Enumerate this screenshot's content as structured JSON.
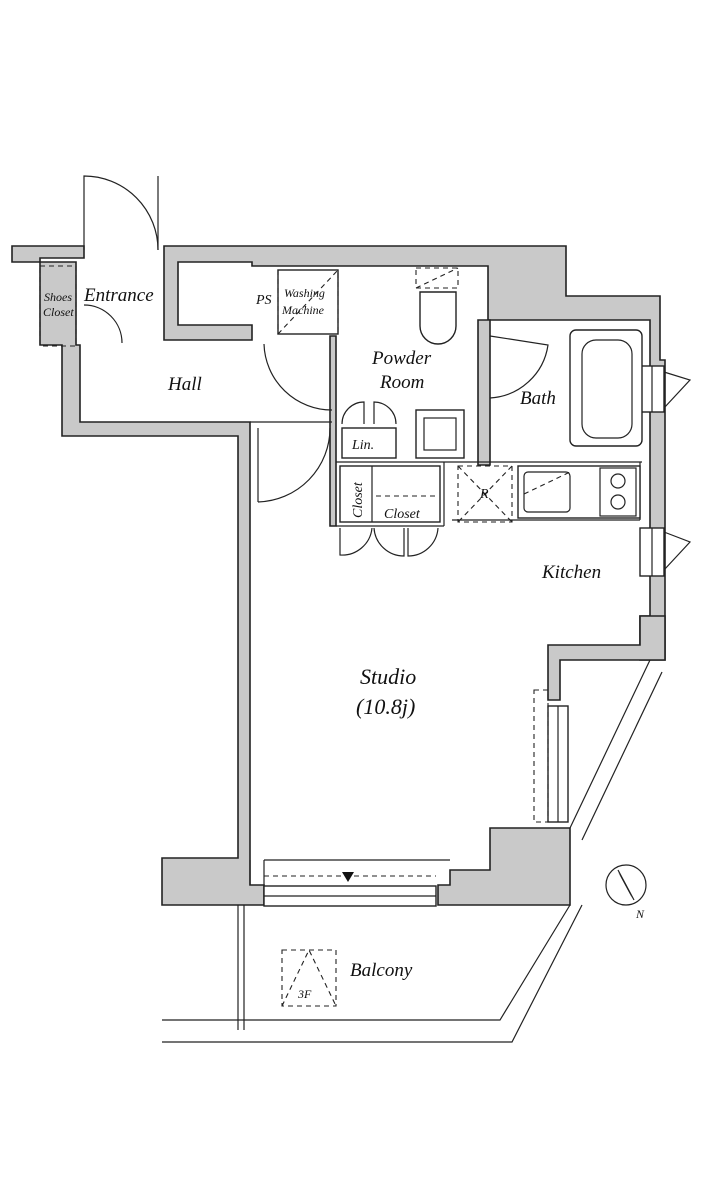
{
  "rooms": {
    "shoes_closet_line1": "Shoes",
    "shoes_closet_line2": "Closet",
    "entrance": "Entrance",
    "hall": "Hall",
    "ps": "PS",
    "washing_line1": "Washing",
    "washing_line2": "Machine",
    "powder_line1": "Powder",
    "powder_line2": "Room",
    "bath": "Bath",
    "linen": "Lin.",
    "closet_vertical": "Closet",
    "closet_horizontal": "Closet",
    "refrigerator": "R",
    "kitchen": "Kitchen",
    "studio": "Studio",
    "studio_size": "(10.8j)",
    "balcony": "Balcony",
    "hatch_floor": "3F"
  },
  "compass": {
    "direction": "N"
  },
  "colors": {
    "wall": "#c9c9c9",
    "line": "#222222",
    "background": "#ffffff"
  }
}
